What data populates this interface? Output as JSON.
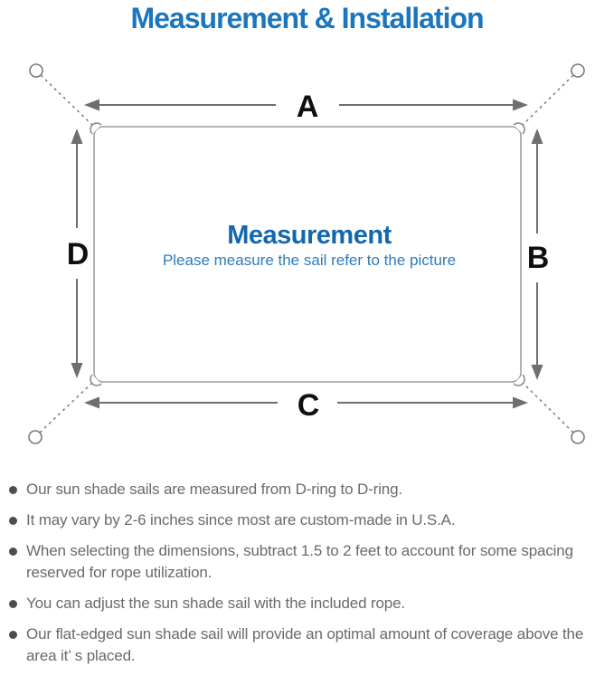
{
  "page": {
    "title": "Measurement & Installation"
  },
  "colors": {
    "title_blue": "#1b76bd",
    "heading_blue": "#1467ae",
    "subtitle_blue": "#2d7cba",
    "note_gray": "#6a6a6a",
    "bullet_gray": "#4d4d4d",
    "outline_gray": "#9a9a9a",
    "arrow_gray": "#6f6f6f",
    "anchor_gray": "#7a7a7a",
    "label_black": "#0f0f0f"
  },
  "diagram": {
    "edge_labels": {
      "top": "A",
      "right": "B",
      "bottom": "C",
      "left": "D"
    },
    "center": {
      "heading": "Measurement",
      "subtitle": "Please measure the sail refer to the picture"
    }
  },
  "notes": [
    "Our sun shade sails are measured from D-ring to D-ring.",
    "It may vary by 2-6 inches since most are custom-made in U.S.A.",
    "When selecting the dimensions, subtract 1.5 to 2 feet to account for some spacing reserved for rope utilization.",
    "You can adjust the sun shade sail with the included rope.",
    "Our flat-edged sun shade sail will provide an optimal amount of coverage above the area it’ s placed."
  ]
}
